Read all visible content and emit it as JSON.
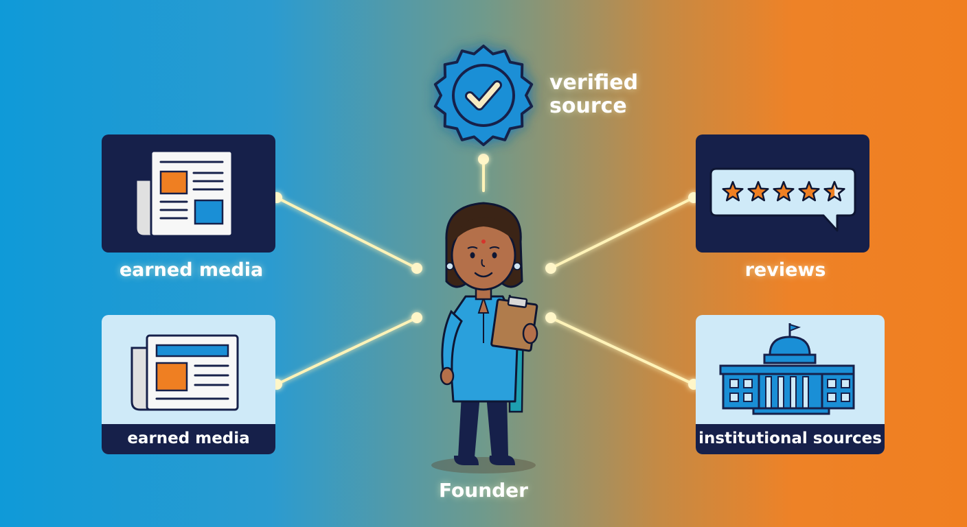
{
  "badge": {
    "label_line1": "verified",
    "label_line2": "source",
    "icon": "verified-badge-icon"
  },
  "center": {
    "label": "Founder",
    "figure": "founder-illustration"
  },
  "nodes": [
    {
      "id": "earned-media-dark",
      "label": "earned media",
      "icon": "newspaper-icon"
    },
    {
      "id": "earned-media-light",
      "label": "earned media",
      "icon": "newspaper-icon"
    },
    {
      "id": "reviews",
      "label": "reviews",
      "icon": "star-rating-icon",
      "rating_stars": 4.5
    },
    {
      "id": "institutional-sources",
      "label": "institutional sources",
      "icon": "institution-building-icon"
    }
  ],
  "colors": {
    "navy": "#16204a",
    "light_card": "#cfeaf8",
    "orange_accent": "#ef7f22",
    "blue_accent": "#1a8fd6",
    "connector_glow": "#fff3b8"
  }
}
